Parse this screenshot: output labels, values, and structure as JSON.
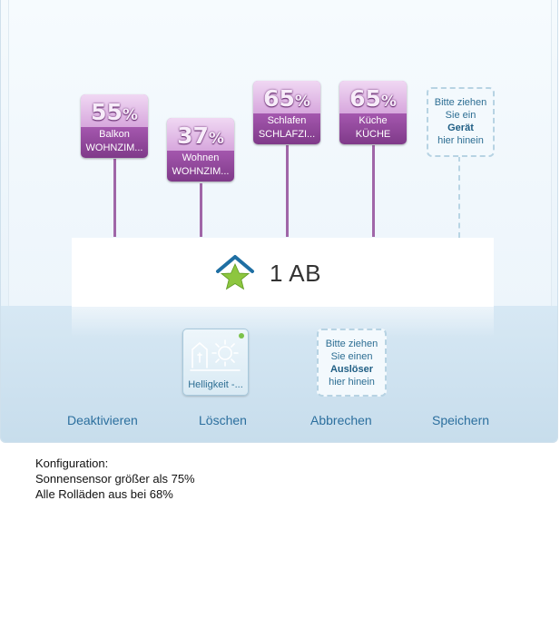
{
  "devices": [
    {
      "percent": "55",
      "unit": "%",
      "name": "Balkon",
      "room": "WOHNZIM..."
    },
    {
      "percent": "37",
      "unit": "%",
      "name": "Wohnen",
      "room": "WOHNZIM..."
    },
    {
      "percent": "65",
      "unit": "%",
      "name": "Schlafen",
      "room": "SCHLAFZI..."
    },
    {
      "percent": "65",
      "unit": "%",
      "name": "Küche",
      "room": "KÜCHE"
    }
  ],
  "device_drop": {
    "line1": "Bitte ziehen",
    "line2": "Sie ein",
    "bold": "Gerät",
    "line3": "hier hinein"
  },
  "scene": {
    "title": "1 AB",
    "icon": "house-star-icon"
  },
  "trigger": {
    "label": "Helligkeit -...",
    "icon": "brightness-sensor-icon",
    "status_color": "#7cc24b"
  },
  "trigger_drop": {
    "line1": "Bitte ziehen",
    "line2": "Sie einen",
    "bold": "Auslöser",
    "line3": "hier hinein"
  },
  "actions": {
    "deactivate": "Deaktivieren",
    "delete": "Löschen",
    "cancel": "Abbrechen",
    "save": "Speichern"
  },
  "config": {
    "heading": "Konfiguration:",
    "line1": "Sonnensensor größer als 75%",
    "line2": "Alle Rolläden aus bei 68%"
  },
  "colors": {
    "device_purple": "#a95bb3",
    "link_blue": "#2c6f9e",
    "house_blue": "#1f6fa3",
    "star_green": "#8dc63f"
  }
}
